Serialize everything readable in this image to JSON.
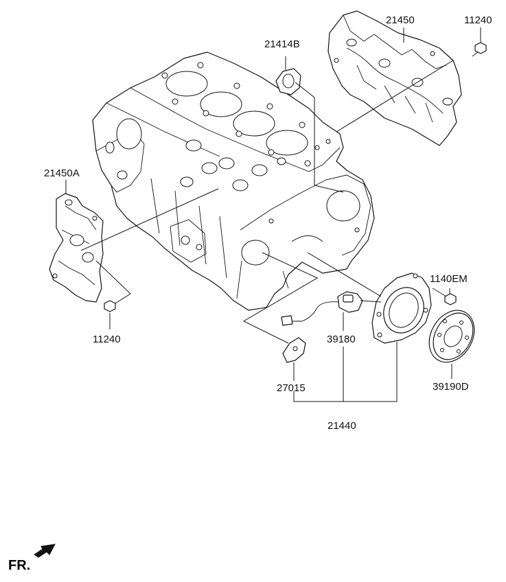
{
  "labels": {
    "p21450": "21450",
    "p11240_top": "11240",
    "p21414B": "21414B",
    "p21450A": "21450A",
    "p11240_left": "11240",
    "p1140EM": "1140EM",
    "p39180": "39180",
    "p27015": "27015",
    "p39190D": "39190D",
    "p21440": "21440"
  },
  "direction_marker": "FR."
}
